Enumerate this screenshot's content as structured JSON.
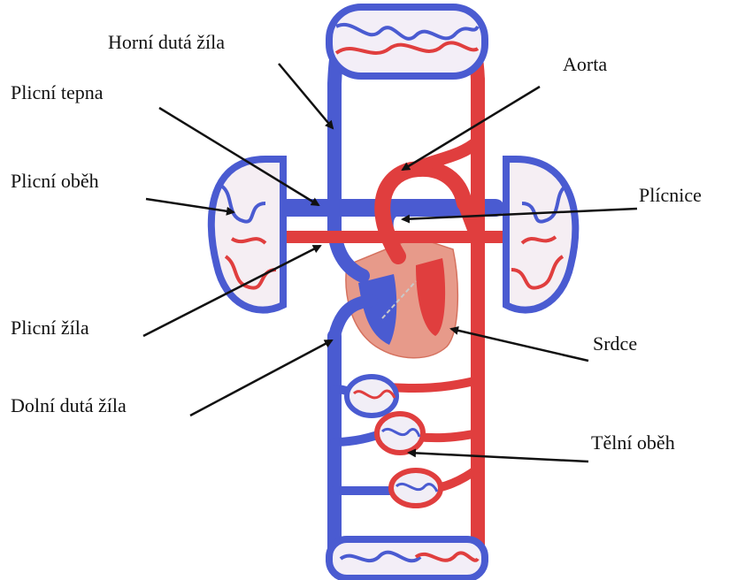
{
  "labels": {
    "horni_duta_zila": "Horní dutá žíla",
    "aorta": "Aorta",
    "plicni_tepna": "Plicní tepna",
    "plicni_obeh": "Plicní oběh",
    "plicnice": "Plícnice",
    "plicni_zila": "Plicní žíla",
    "srdce": "Srdce",
    "dolni_duta_zila": "Dolní dutá žíla",
    "telni_obeh": "Tělní oběh"
  },
  "colors": {
    "venous": "#4a5bd1",
    "arterial": "#e03e3e",
    "heart": "#e79a8a",
    "arrow": "#111111"
  }
}
